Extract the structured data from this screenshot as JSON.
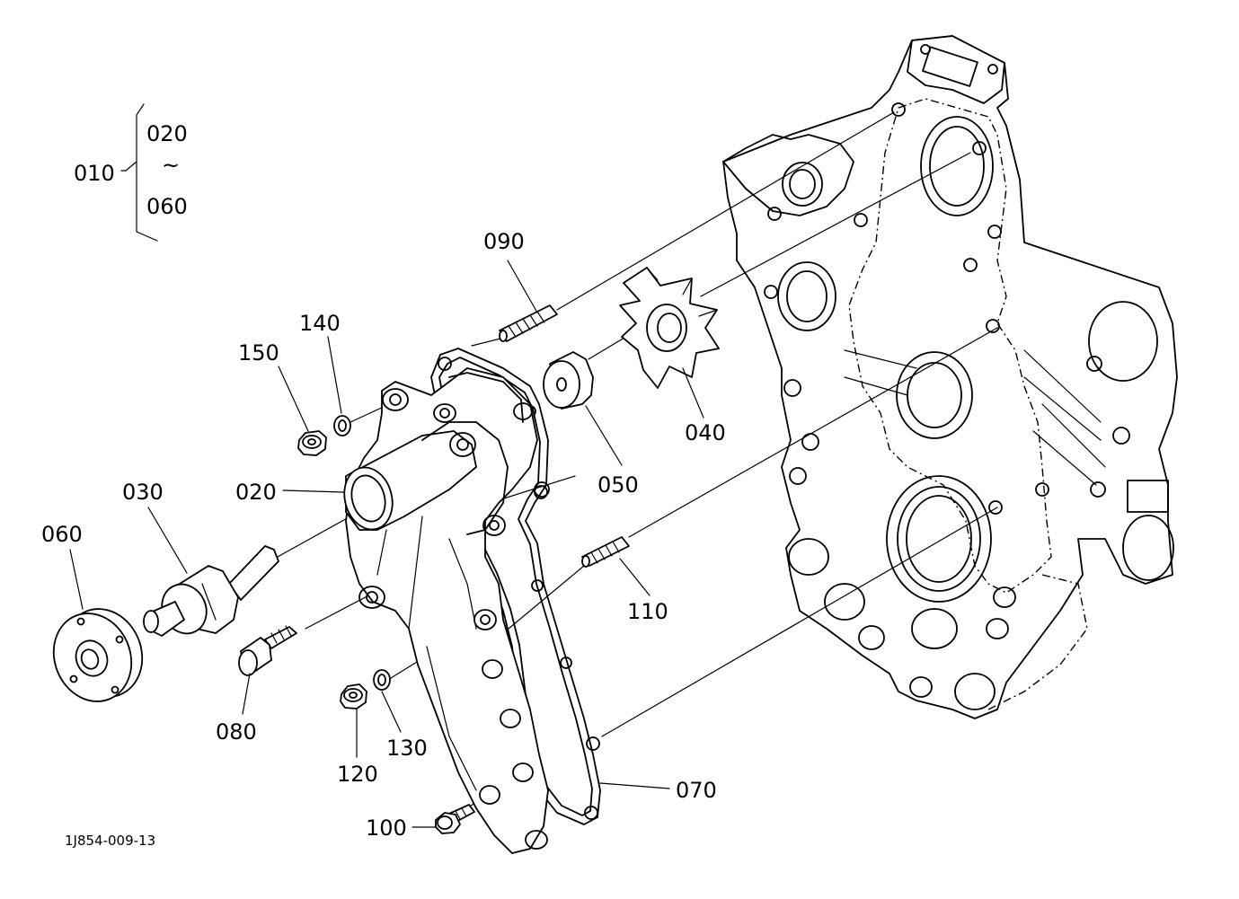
{
  "labels": {
    "assy": "010",
    "range_from": "020",
    "range_sep": "~",
    "range_to": "060",
    "p020": "020",
    "p030": "030",
    "p040": "040",
    "p050": "050",
    "p060": "060",
    "p070": "070",
    "p080": "080",
    "p090": "090",
    "p100": "100",
    "p110": "110",
    "p120": "120",
    "p130": "130",
    "p140": "140",
    "p150": "150"
  },
  "figure_code": "1J854-009-13"
}
